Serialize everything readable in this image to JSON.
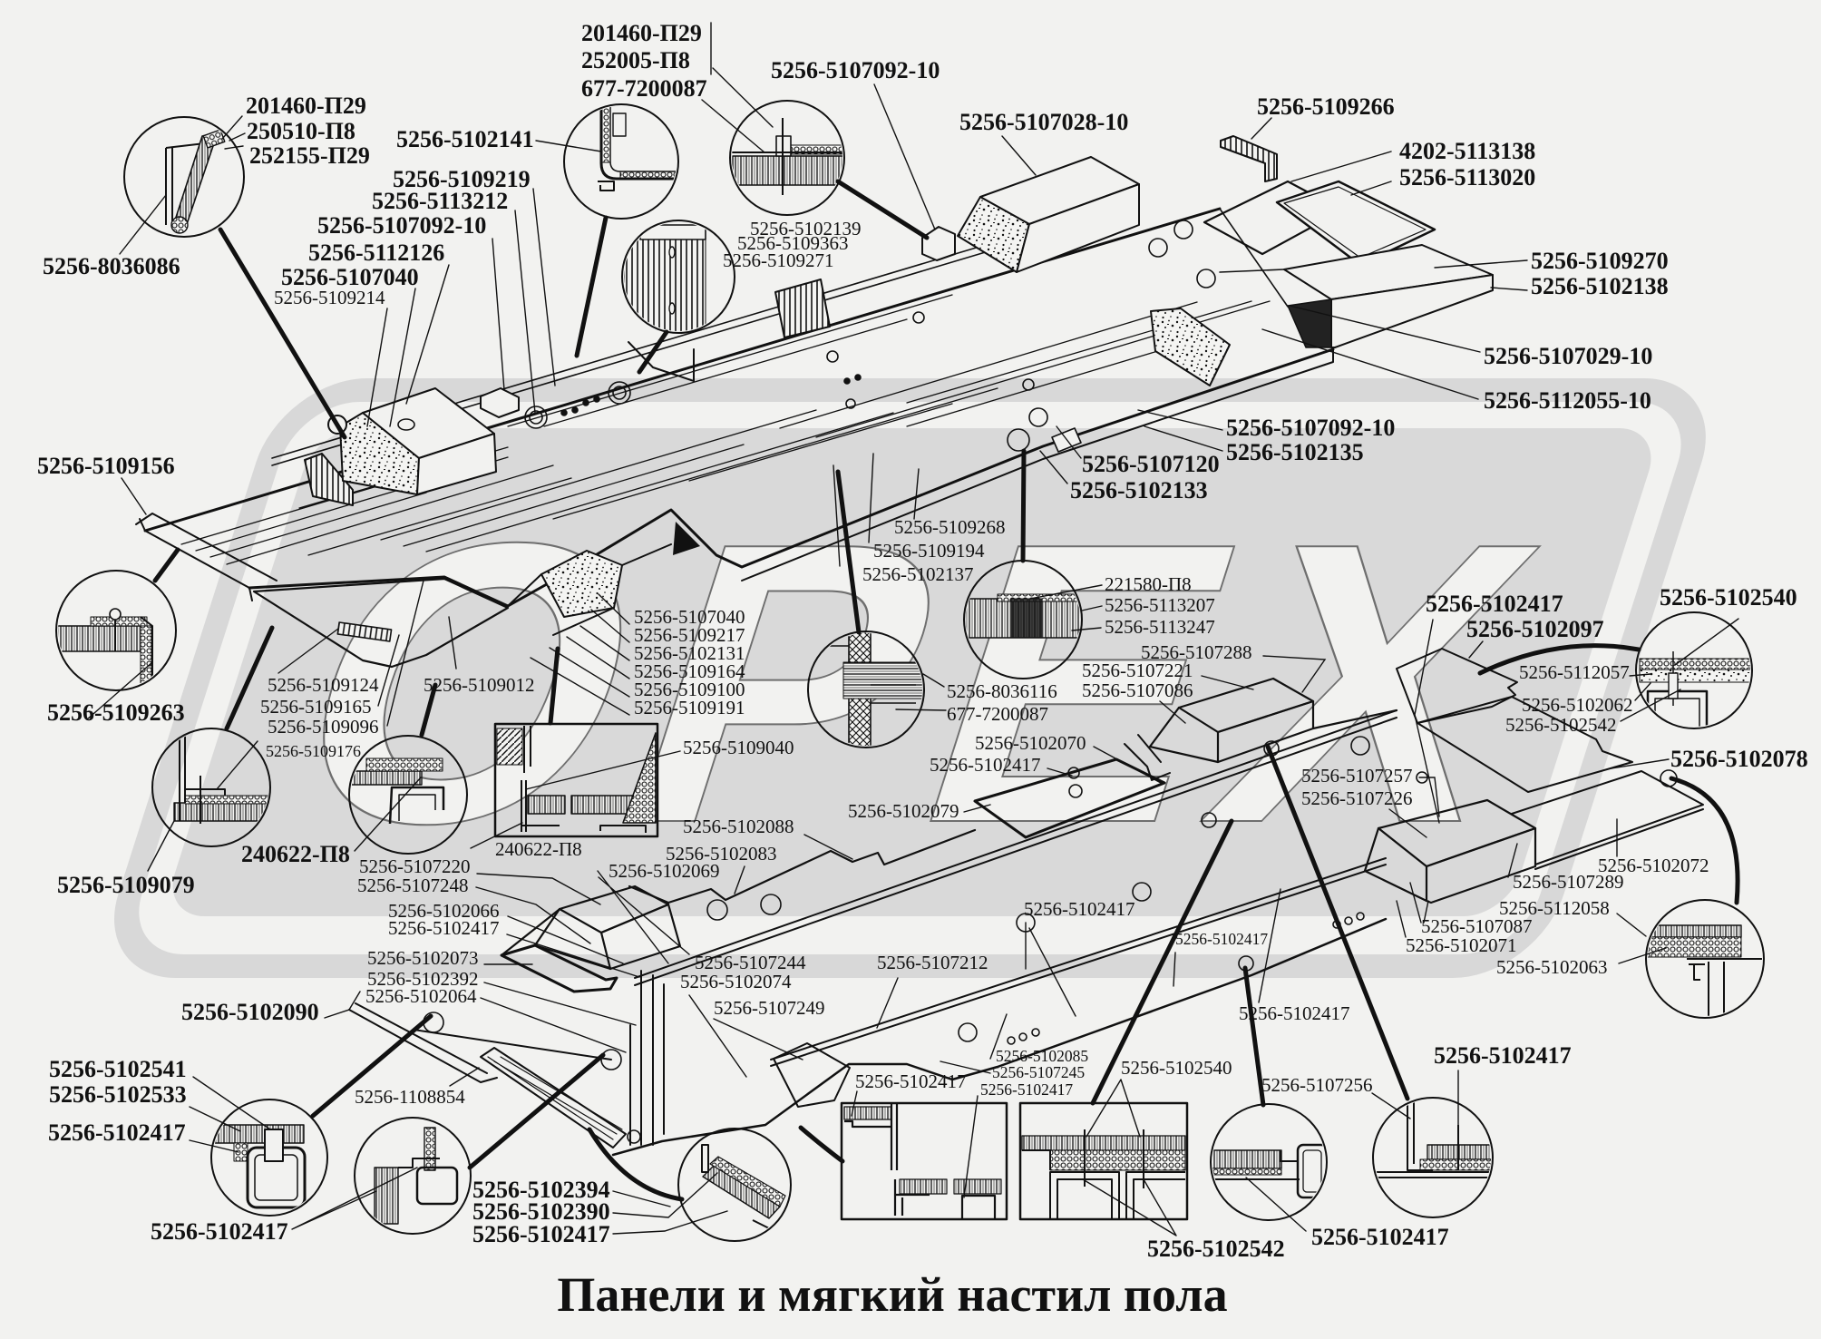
{
  "title": "Панели и мягкий настил пола",
  "watermark": {
    "text": "ОРЕХ"
  },
  "callouts": {
    "top_left_detail": [
      "201460-П29",
      "250510-П8",
      "252155-П29",
      "5256-8036086"
    ],
    "upper_left_stack": [
      "5256-5102141",
      "5256-5109219",
      "5256-5113212",
      "5256-5107092-10",
      "5256-5112126",
      "5256-5107040",
      "5256-5109214"
    ],
    "top_center_detail": [
      "201460-П29",
      "252005-П8",
      "677-7200087"
    ],
    "upper_top": [
      "5256-5107092-10",
      "5256-5107028-10",
      "5256-5109266",
      "4202-5113138",
      "5256-5113020",
      "5256-5102139",
      "5256-5109363",
      "5256-5109271"
    ],
    "upper_right": [
      "5256-5109270",
      "5256-5102138",
      "5256-5107029-10",
      "5256-5112055-10",
      "5256-5107092-10",
      "5256-5102135",
      "5256-5107120",
      "5256-5102133"
    ],
    "upper_left_end": [
      "5256-5109156",
      "5256-5109263"
    ],
    "upper_center_lower": [
      "5256-5109268",
      "5256-5109194",
      "5256-5102137",
      "221580-П8",
      "5256-5113207",
      "5256-5113247",
      "5256-8036116",
      "677-7200087"
    ],
    "upper_front": [
      "5256-5107040",
      "5256-5109217",
      "5256-5102131",
      "5256-5109164",
      "5256-5109100",
      "5256-5109191",
      "5256-5109124",
      "5256-5109165",
      "5256-5109096",
      "5256-5109012",
      "5256-5109176"
    ],
    "left_details": [
      "240622-П8",
      "5256-5109079",
      "5256-5109040",
      "240622-П8"
    ],
    "lower_assembly_left": [
      "5256-5107220",
      "5256-5107248",
      "5256-5102088",
      "5256-5102083",
      "5256-5102069",
      "5256-5102066",
      "5256-5102417",
      "5256-5102073",
      "5256-5102392",
      "5256-5102064",
      "5256-5102090",
      "5256-5107244",
      "5256-5102074",
      "5256-5107249",
      "5256-1108854"
    ],
    "lower_assembly_center": [
      "5256-5107288",
      "5256-5107221",
      "5256-5107086",
      "5256-5102070",
      "5256-5102417",
      "5256-5102079",
      "5256-5107212",
      "5256-5102417",
      "5256-5102417",
      "5256-5102417",
      "5256-5102085",
      "5256-5107245",
      "5256-5102417"
    ],
    "lower_right": [
      "5256-5102417",
      "5256-5102097",
      "5256-5102540",
      "5256-5112057",
      "5256-5102062",
      "5256-5102542",
      "5256-5102078",
      "5256-5107257",
      "5256-5107226",
      "5256-5102072",
      "5256-5107289",
      "5256-5112058",
      "5256-5107087",
      "5256-5102071",
      "5256-5102063"
    ],
    "bottom_details": [
      "5256-5102541",
      "5256-5102533",
      "5256-5102417",
      "5256-5102417",
      "5256-5102394",
      "5256-5102390",
      "5256-5102417",
      "5256-5102417",
      "5256-5102540",
      "5256-5102542",
      "5256-5107256",
      "5256-5102417",
      "5256-5102417"
    ]
  }
}
